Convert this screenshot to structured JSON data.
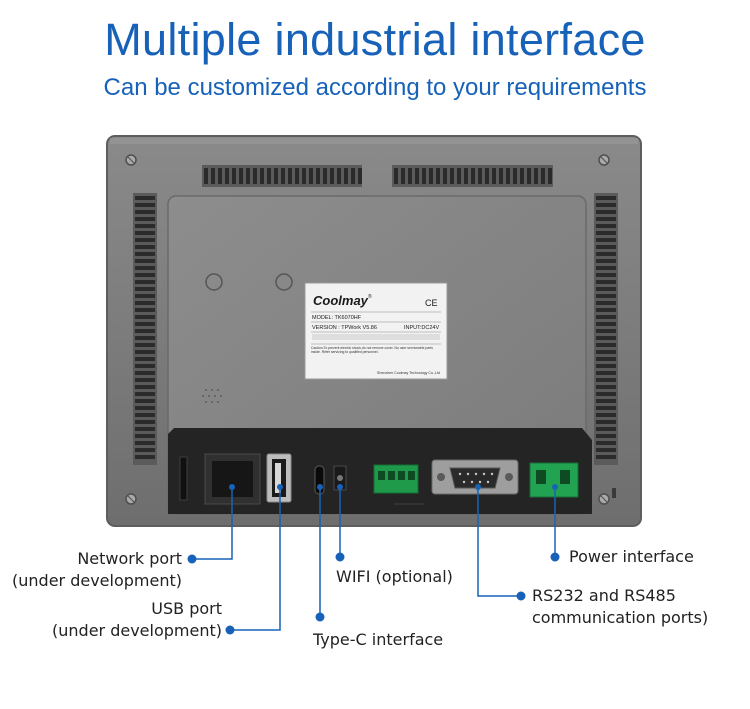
{
  "title": "Multiple industrial interface",
  "subtitle": "Can be customized according to your requirements",
  "device": {
    "brand": "Coolmay",
    "brand_mark": "®",
    "ce_mark": "CE",
    "model_line": "MODEL: TK6070HF",
    "version_line": "VERSION : TPWork V5.86",
    "input_line": "INPUT:DC24V",
    "warning_text": "Caution:To prevent electric shock,do not remove cover. No user serviceable parts inside. Refer servicing to qualified personnel.",
    "maker_text": "Shenzhen Coolmay Technology Co.,Ltd"
  },
  "callouts": {
    "network_port": "Network port",
    "network_port_note": "(under development)",
    "usb_port": "USB port",
    "usb_port_note": "(under development)",
    "type_c": "Type-C interface",
    "wifi": "WIFI (optional)",
    "rs232": "RS232 and RS485",
    "rs232_note": "communication ports)",
    "power": "Power interface"
  },
  "colors": {
    "accent": "#1762b8",
    "connector_green": "#1f9a4b",
    "housing": "#767676"
  }
}
